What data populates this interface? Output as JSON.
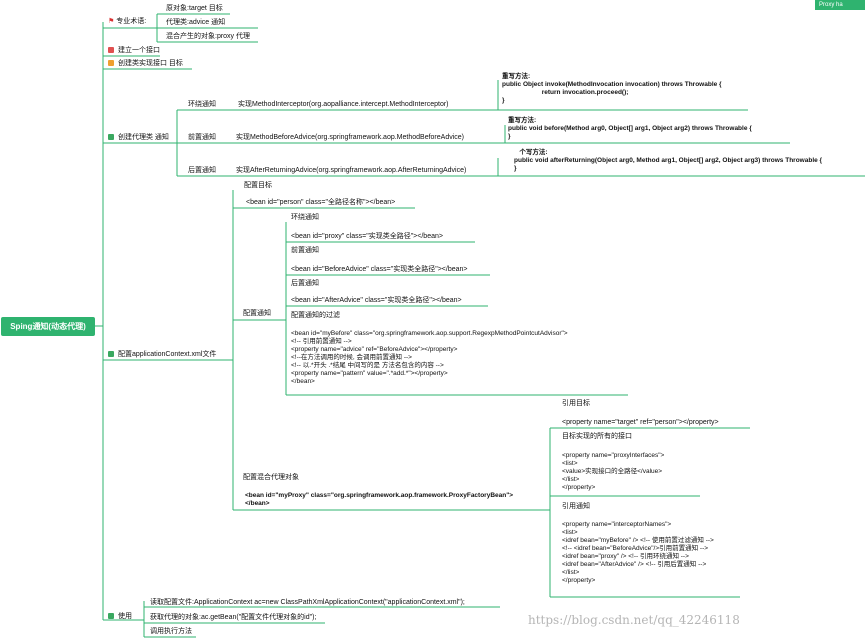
{
  "title_corner": "Proxy ha",
  "root": "Sping通知(动态代理)",
  "watermark": "https://blog.csdn.net/qq_42246118",
  "colors": {
    "accent": "#2fb36f",
    "line": "#2fb36f",
    "badge_red": "#e05050",
    "badge_orange": "#f0a030",
    "badge_green": "#3aa860",
    "flag": "#d93030"
  },
  "branches": {
    "terms": {
      "label": "专业术语:",
      "children": [
        "原对象:target  目标",
        "代理类:advice  通知",
        "混合产生的对象:proxy 代理"
      ]
    },
    "interface": {
      "label": "建立一个接口"
    },
    "impl": {
      "label": "创建类实现接口   目标"
    },
    "proxy_class": {
      "label": "创建代理类  通知",
      "around": {
        "name": "环绕通知",
        "impl": "实现MethodInterceptor(org.aopalliance.intercept.MethodInterceptor)",
        "code": "重写方法:\npublic Object invoke(MethodInvocation invocation) throws Throwable {\n                      return invocation.proceed();\n}"
      },
      "before": {
        "name": "前置通知",
        "impl": "实现MethodBeforeAdvice(org.springframework.aop.MethodBeforeAdvice)",
        "code": "重写方法:\npublic void before(Method arg0, Object[] arg1, Object arg2) throws Throwable {\n}"
      },
      "after": {
        "name": "后置通知",
        "impl": "实现AfterReturningAdvice(org.springframework.aop.AfterReturningAdvice)",
        "code": "   个写方法:\npublic void afterReturning(Object arg0, Method arg1, Object[] arg2, Object arg3) throws Throwable {\n}"
      }
    },
    "config": {
      "label": "配置applicationContext.xml文件",
      "target_title": "配置目标",
      "target_bean": "<bean id=\"person\" class=\"全路径名称\"></bean>",
      "advice_label": "配置通知",
      "advices": [
        {
          "title": "环绕通知",
          "bean": "<bean id=\"proxy\" class=\"实现类全路径\"></bean>"
        },
        {
          "title": "前置通知",
          "bean": "<bean id=\"BeforeAdvice\" class=\"实现类全路径\"></bean>"
        },
        {
          "title": "后置通知",
          "bean": "<bean id=\"AfterAdvice\" class=\"实现类全路径\"></bean>"
        }
      ],
      "filter_title": "配置通知的过滤",
      "filter_code": "<bean id=\"myBefore\" class=\"org.springframework.aop.support.RegexpMethodPointcutAdvisor\">\n<!-- 引用前置通知 -->\n<property name=\"advice\" ref=\"BeforeAdvice\"></property>\n<!--在方法调用的时候, 会调用前置通知 -->\n<!-- 以.*开头 .*结尾 中间写的是 方法名包含的内容 -->\n<property name=\"pattern\" value=\".*add.*\"></property>\n</bean>",
      "mixed_title": "配置混合代理对象",
      "mixed_bean": "<bean id=\"myProxy\" class=\"org.springframework.aop.framework.ProxyFactoryBean\">\n</bean>",
      "ref_target_title": "引用目标",
      "ref_target_code": "<property name=\"target\" ref=\"person\"></property>",
      "interfaces_title": "目标实现的所有的接口",
      "interfaces_code": "<property name=\"proxyInterfaces\">\n<list>\n<value>实现接口的全路径</value>\n</list>\n</property>",
      "ref_advice_title": "引用通知",
      "ref_advice_code": "<property name=\"interceptorNames\">\n<list>\n<idref bean=\"myBefore\" /> <!-- 使用前置过滤通知 -->\n<!-- <idref bean=\"BeforeAdvice\"/>引用前置通知 -->\n<idref bean=\"proxy\" /> <!-- 引用环绕通知 -->\n<idref bean=\"AfterAdvice\" /> <!-- 引用后置通知 -->\n</list>\n</property>"
    },
    "use": {
      "label": "使用",
      "children": [
        "读取配置文件:ApplicationContext ac=new ClassPathXmlApplicationContext(\"applicationContext.xml\");",
        "获取代理的对象:ac.getBean(\"配置文件代理对象的id\");",
        "调用执行方法"
      ]
    }
  }
}
